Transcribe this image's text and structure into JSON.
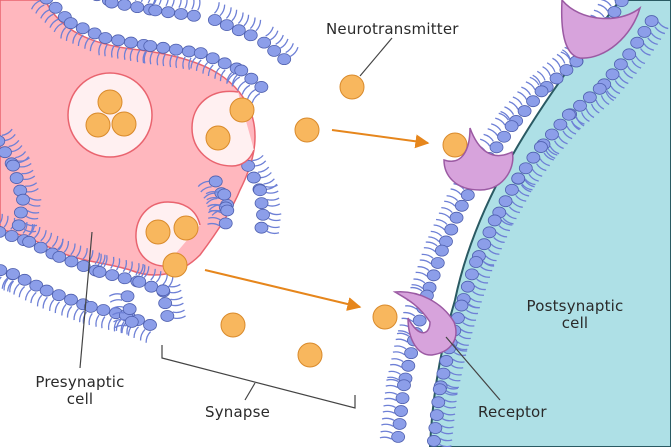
{
  "labels": {
    "neurotransmitter": "Neurotransmitter",
    "presynaptic_line1": "Presynaptic",
    "presynaptic_line2": "cell",
    "postsynaptic_line1": "Postsynaptic",
    "postsynaptic_line2": "cell",
    "synapse": "Synapse",
    "receptor": "Receptor"
  },
  "colors": {
    "presynaptic_fill": "#ffb7be",
    "presynaptic_edge": "#e9646f",
    "vesicle_fill": "#fff0f1",
    "postsynaptic_fill": "#aee0e6",
    "postsynaptic_edge": "#2a5a63",
    "lipid_head": "#8c9ee9",
    "lipid_head_edge": "#4e5fae",
    "lipid_tail": "#6e80d6",
    "neurotransmitter": "#f8b75e",
    "neurotransmitter_edge": "#d98a2b",
    "receptor_fill": "#d7a3dc",
    "receptor_edge": "#9b5aa3",
    "arrow": "#e6861c"
  }
}
